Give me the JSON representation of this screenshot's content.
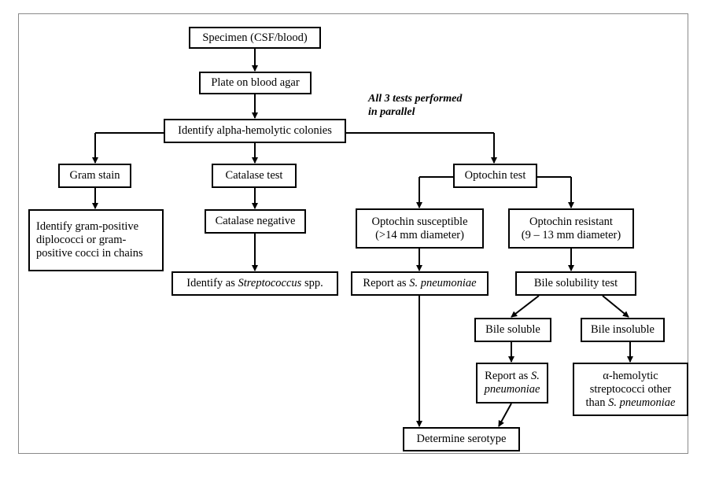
{
  "note": {
    "line1": "All 3 tests performed",
    "line2": "in parallel"
  },
  "nodes": {
    "specimen": "Specimen (CSF/blood)",
    "plate": "Plate on blood agar",
    "identify_alpha": "Identify alpha-hemolytic colonies",
    "gram_stain": "Gram stain",
    "catalase_test": "Catalase test",
    "optochin_test": "Optochin test",
    "gram_result": {
      "line1": "Identify gram-positive",
      "line2": "diplococci or gram-",
      "line3": "positive cocci in chains"
    },
    "catalase_negative": "Catalase negative",
    "optochin_susceptible": {
      "line1": "Optochin susceptible",
      "line2": "(>14 mm diameter)"
    },
    "optochin_resistant": {
      "line1": "Optochin resistant",
      "line2": "(9 – 13 mm diameter)"
    },
    "identify_strep": {
      "prefix": "Identify as ",
      "genus": "Streptococcus",
      "suffix": " spp."
    },
    "report_pneumo_1": {
      "prefix": "Report as ",
      "species": "S. pneumoniae"
    },
    "bile_solubility": "Bile solubility test",
    "bile_soluble": "Bile soluble",
    "bile_insoluble": "Bile insoluble",
    "report_pneumo_2": {
      "line1": "Report as ",
      "line1_italic": "S.",
      "line2_italic": "pneumoniae"
    },
    "alpha_other": {
      "line1": "α-hemolytic",
      "line2": "streptococci other",
      "line3": "than ",
      "line3_italic": "S. pneumoniae"
    },
    "serotype": "Determine serotype"
  }
}
